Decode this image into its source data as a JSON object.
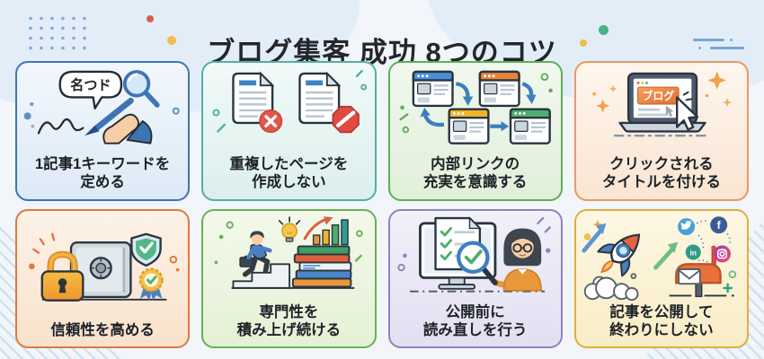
{
  "title": "ブログ集客 成功 8つのコツ",
  "cards": [
    {
      "name": "keyword",
      "caption": "1記事1キーワードを\n定める",
      "border": "#3e74b3",
      "bg_top": "#f2f7fc",
      "bg_bottom": "#ddeaf7",
      "bubble_text": "名つド"
    },
    {
      "name": "no-duplicate",
      "caption": "重複したページを\n作成しない",
      "border": "#54aea6",
      "bg_top": "#f1faf8",
      "bg_bottom": "#dcefec"
    },
    {
      "name": "internal-links",
      "caption": "内部リンクの\n充実を意識する",
      "border": "#5fae57",
      "bg_top": "#f1f8ee",
      "bg_bottom": "#e0f0da"
    },
    {
      "name": "clickable-title",
      "caption": "クリックされる\nタイトルを付ける",
      "border": "#e49a68",
      "bg_top": "#fef6ee",
      "bg_bottom": "#fae5d2",
      "screen_text": "ブログ"
    },
    {
      "name": "trust",
      "caption": "信頼性を高める",
      "border": "#dd7940",
      "bg_top": "#fdf2e8",
      "bg_bottom": "#f9e2cc"
    },
    {
      "name": "expertise",
      "caption": "専門性を\n積み上げ続ける",
      "border": "#69b153",
      "bg_top": "#f3f9ea",
      "bg_bottom": "#e5f1d6"
    },
    {
      "name": "review",
      "caption": "公開前に\n読み直しを行う",
      "border": "#8d84bd",
      "bg_top": "#f2f0f9",
      "bg_bottom": "#e3dff2"
    },
    {
      "name": "publish",
      "caption": "記事を公開して\n終わりにしない",
      "border": "#dfae3f",
      "bg_top": "#fdf7e4",
      "bg_bottom": "#f9edc6"
    }
  ],
  "icons": {
    "facebook_glyph": "f",
    "linkedin_glyph": "in"
  },
  "palette": {
    "page_bg": "#f2f5f9",
    "corner_blob": "#e3edf8",
    "stripe": "#cfe2f2",
    "dot_grid": "#7fa9d6",
    "accent_red": "#d95f49",
    "accent_yellow": "#eebd4d",
    "accent_green": "#47b286",
    "accent_blue": "#72a7d9",
    "title_color": "#23262b",
    "caption_color": "#1d2126"
  }
}
